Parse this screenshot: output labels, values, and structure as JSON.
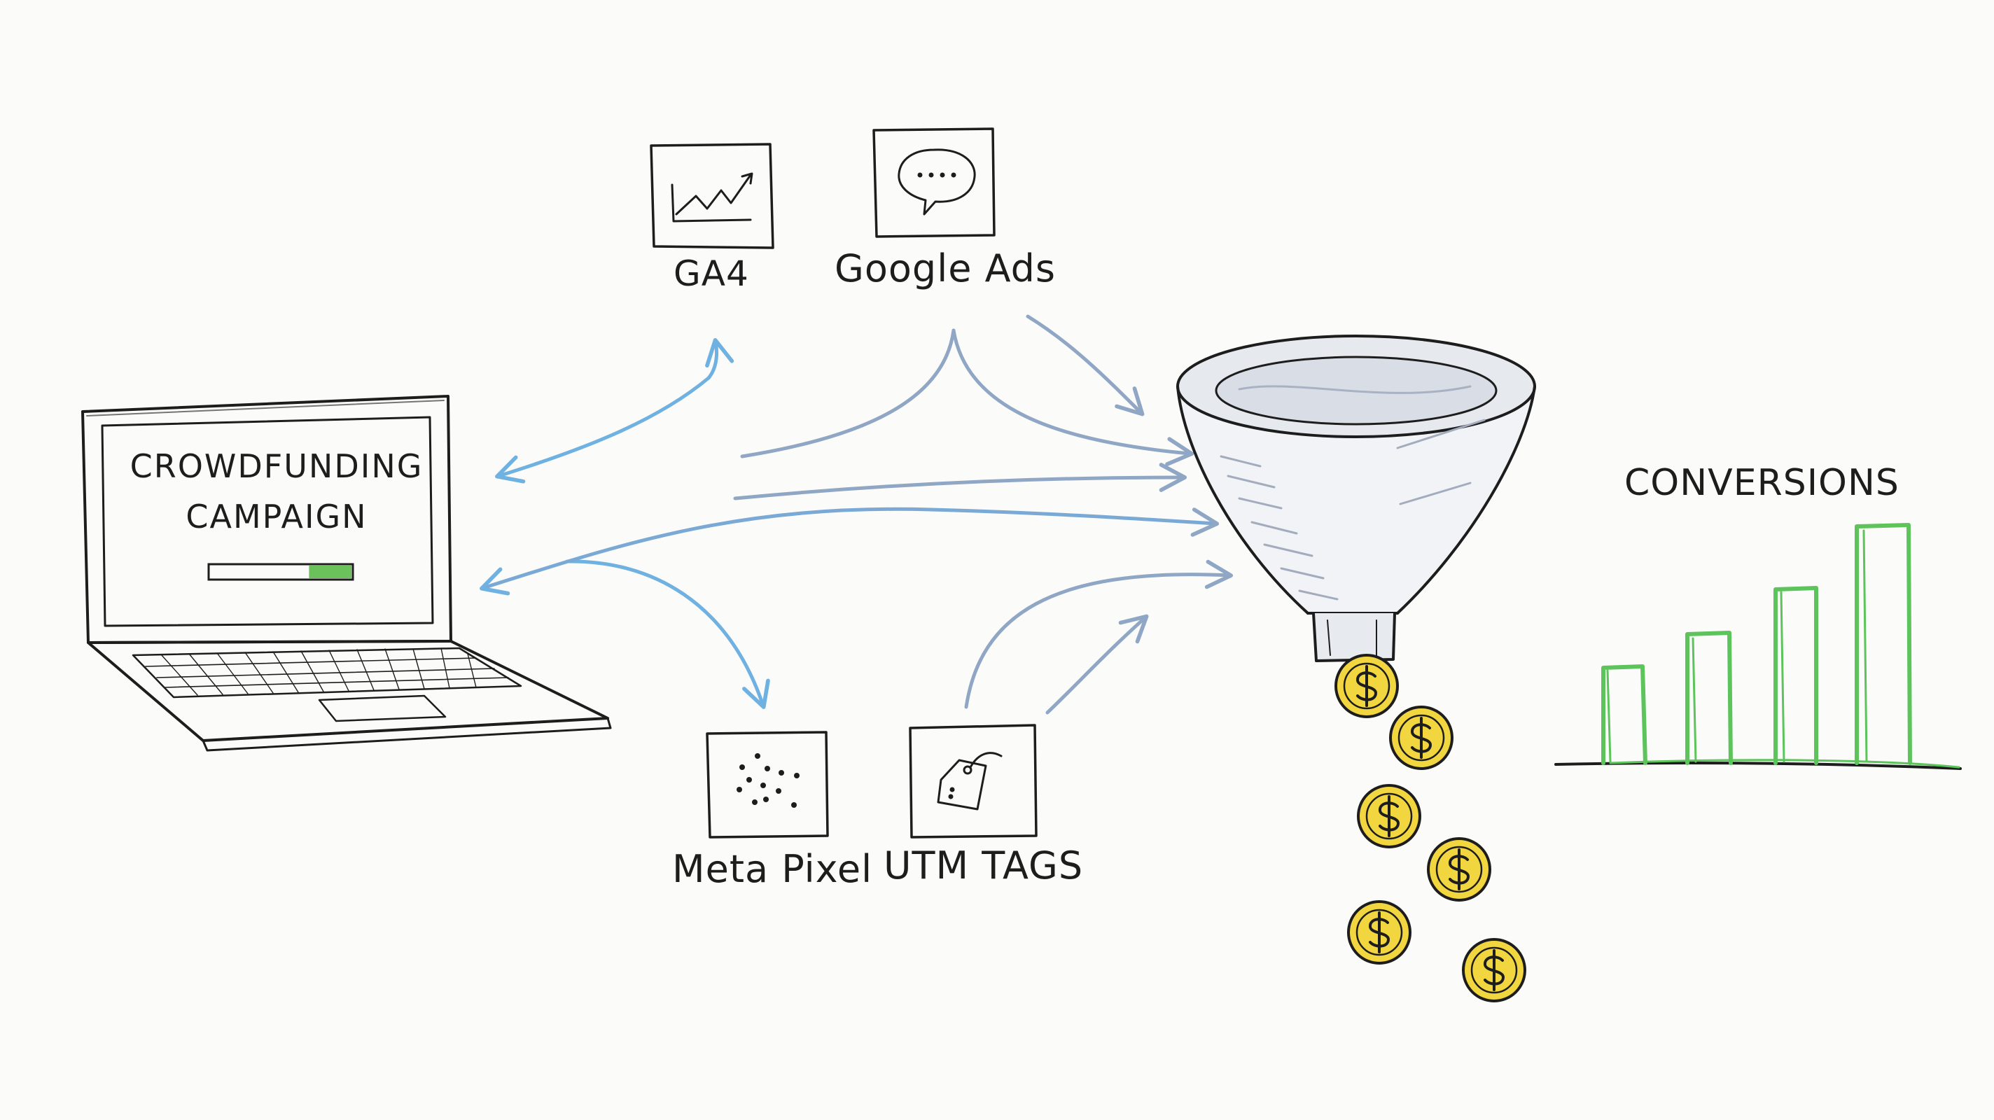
{
  "laptop": {
    "title_line1": "CROWDFUNDING",
    "title_line2": "CAMPAIGN",
    "progress": 0.3
  },
  "tools": {
    "ga4": "GA4",
    "google_ads": "Google Ads",
    "meta_pixel": "Meta Pixel",
    "utm_tags": "UTM TAGS"
  },
  "conversions": {
    "label": "CONVERSIONS"
  },
  "colors": {
    "ink": "#1d1d1d",
    "arrow_light": "#6fb1e0",
    "arrow_slate": "#8fa6c4",
    "bar_green": "#5cc45a",
    "coin_gold": "#f2d640"
  },
  "icons": [
    "line-chart-icon",
    "chat-bubble-icon",
    "dots-icon",
    "price-tag-icon",
    "dollar-coin-icon"
  ]
}
